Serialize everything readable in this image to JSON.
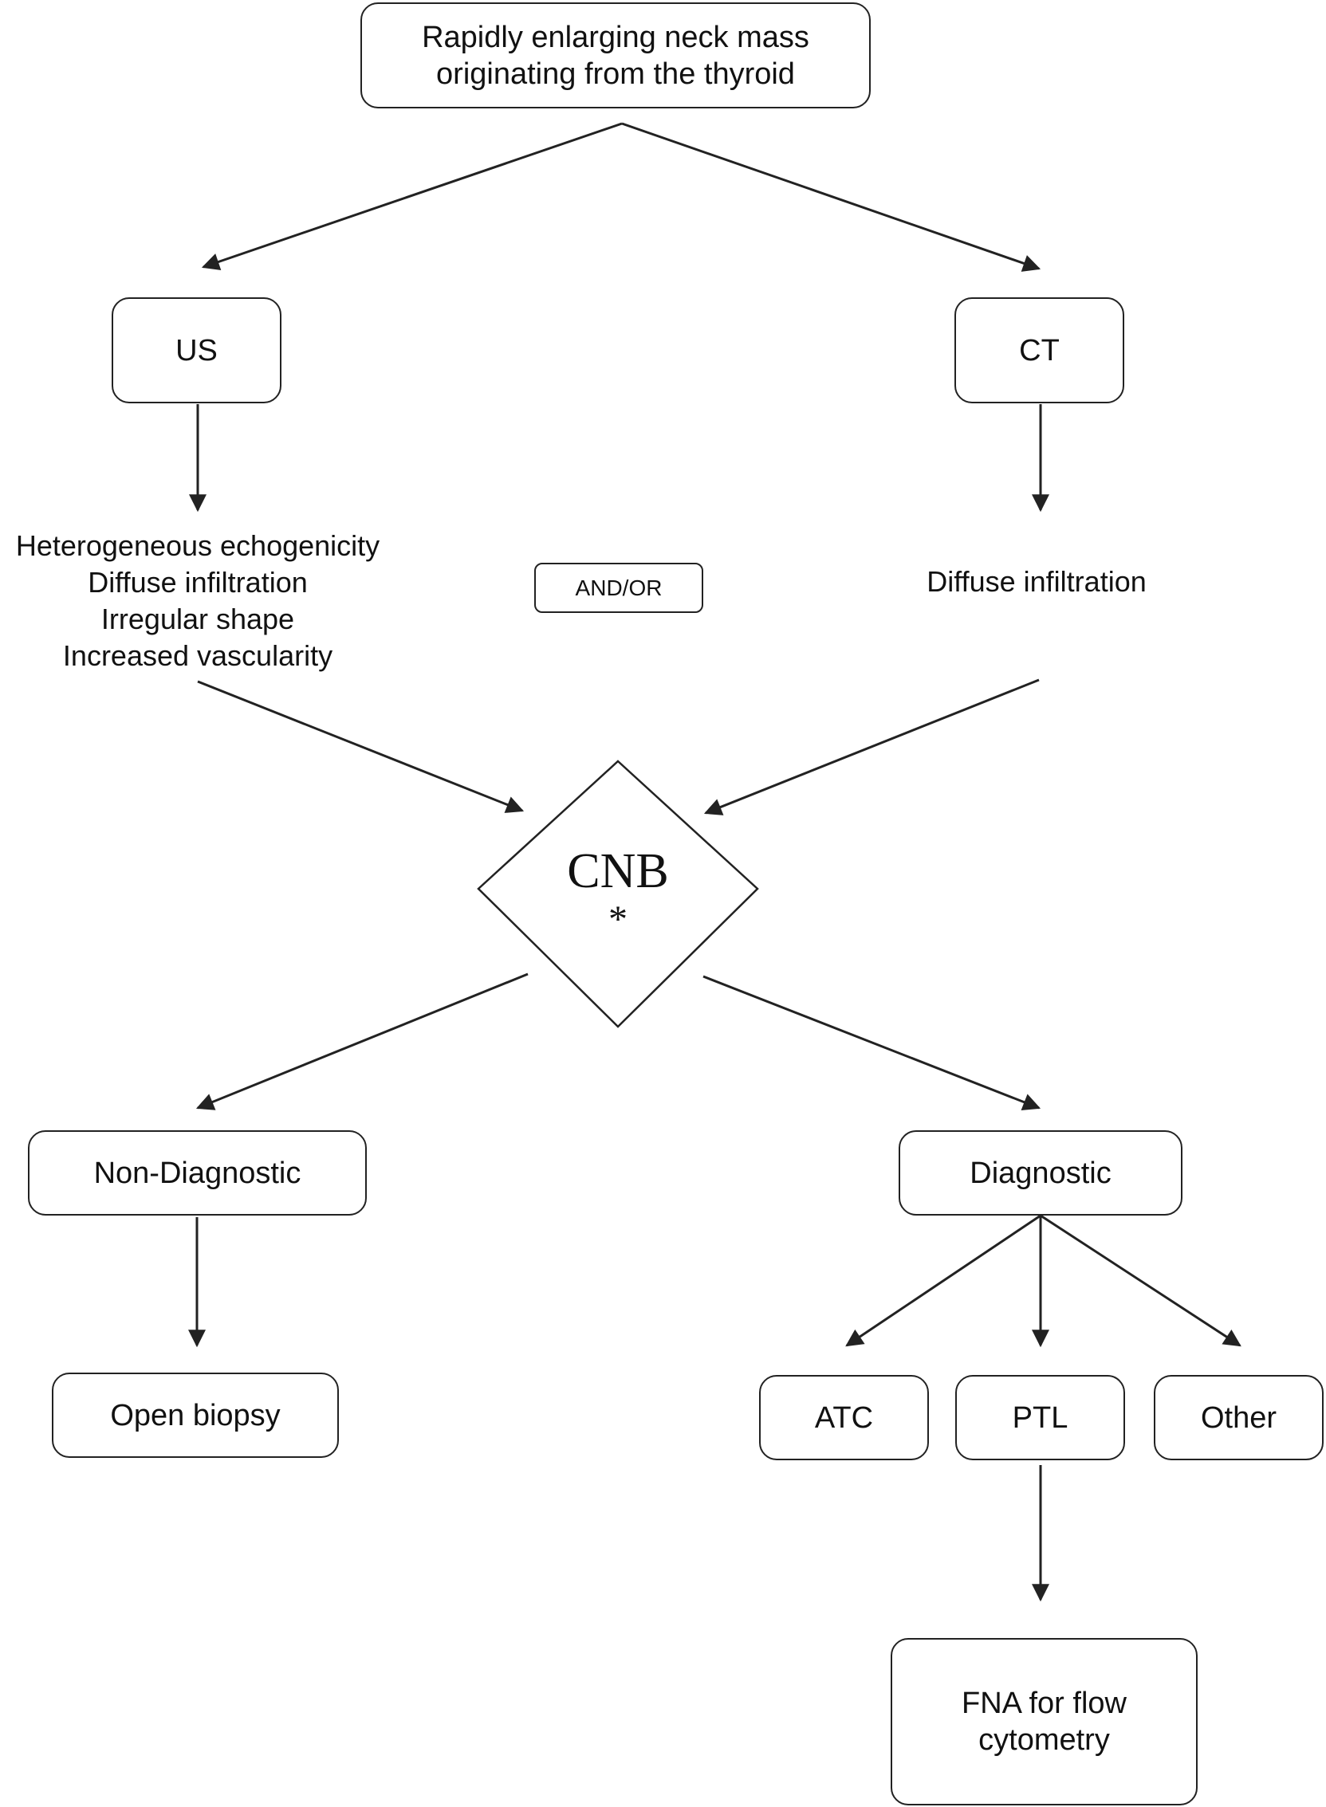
{
  "nodes": {
    "start": {
      "line1": "Rapidly enlarging neck mass",
      "line2": "originating from the thyroid"
    },
    "us": "US",
    "ct": "CT",
    "us_findings": [
      "Heterogeneous echogenicity",
      "Diffuse infiltration",
      "Irregular shape",
      "Increased vascularity"
    ],
    "and_or": "AND/OR",
    "ct_findings": "Diffuse infiltration",
    "cnb": {
      "label": "CNB",
      "mark": "*"
    },
    "non_diagnostic": "Non-Diagnostic",
    "diagnostic": "Diagnostic",
    "open_biopsy": "Open biopsy",
    "atc": "ATC",
    "ptl": "PTL",
    "other": "Other",
    "fna": {
      "line1": "FNA for flow",
      "line2": "cytometry"
    }
  },
  "colors": {
    "stroke": "#222222",
    "background": "#ffffff"
  }
}
